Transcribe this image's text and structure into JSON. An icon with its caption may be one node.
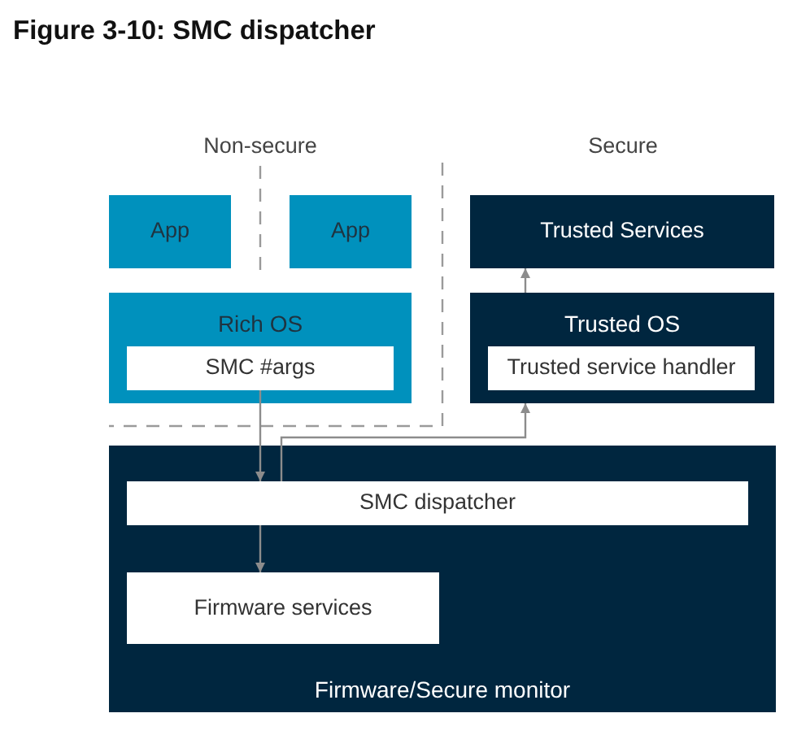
{
  "diagram": {
    "title": "Figure 3-10: SMC dispatcher",
    "nodes": [
      {
        "text": [
          "App"
        ]
      },
      {
        "text": [
          "App"
        ]
      },
      {
        "text": [
          "Rich OS"
        ]
      },
      {
        "text": [
          "SMC #args"
        ],
        "in": 2
      },
      {
        "text": [
          "Trusted Services"
        ]
      },
      {
        "text": [
          "Trusted OS"
        ]
      },
      {
        "text": [
          "Trusted service handler"
        ],
        "in": 5
      },
      {
        "text": [
          "Firmware/Secure monitor"
        ]
      },
      {
        "text": [
          "SMC dispatcher"
        ],
        "in": 7
      },
      {
        "text": [
          "Firmware services"
        ],
        "in": 7
      }
    ],
    "edges": [
      {
        "from": 3,
        "to": 8,
        "arrow": "to"
      },
      {
        "from": 8,
        "to": 5,
        "arrow": "to"
      },
      {
        "from": 5,
        "to": 4,
        "arrow": "to"
      },
      {
        "from": 8,
        "to": 9,
        "arrow": "to"
      }
    ],
    "labels": [
      "Non-secure",
      "Secure"
    ]
  }
}
